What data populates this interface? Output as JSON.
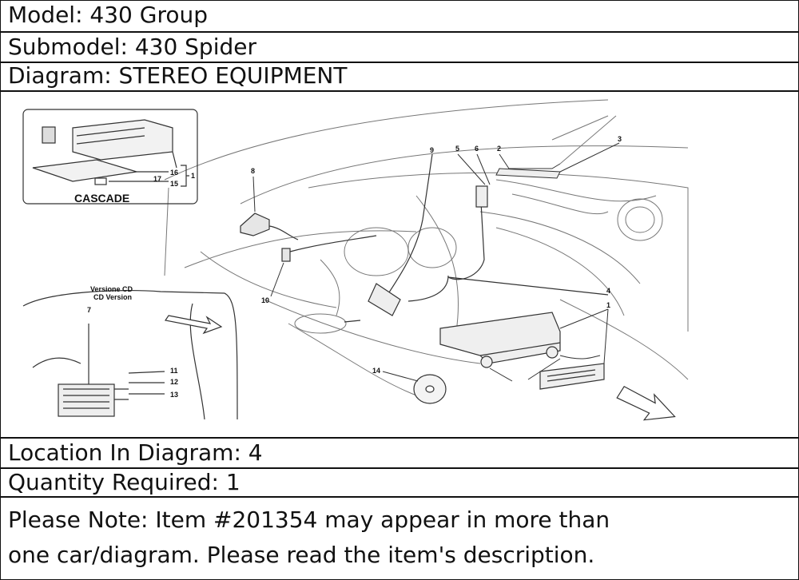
{
  "header": {
    "model": "Model: 430 Group",
    "submodel": "Submodel: 430 Spider",
    "diagram": "Diagram: STEREO EQUIPMENT"
  },
  "diagram": {
    "inset_caption": "CASCADE",
    "cd_caption_line1": "Versione CD",
    "cd_caption_line2": "CD Version",
    "callouts": {
      "c1": "1",
      "c2": "2",
      "c3": "3",
      "c4": "4",
      "c5": "5",
      "c6": "6",
      "c7": "7",
      "c8": "8",
      "c9": "9",
      "c10": "10",
      "c11": "11",
      "c12": "12",
      "c13": "13",
      "c14": "14",
      "c15": "15",
      "c16": "16",
      "c17": "17",
      "c1b": "1"
    }
  },
  "footer": {
    "location": "Location In Diagram: 4",
    "quantity": "Quantity Required: 1",
    "note_line1": "Please Note: Item #201354 may appear in more than",
    "note_line2": "one car/diagram. Please read the item's description."
  }
}
